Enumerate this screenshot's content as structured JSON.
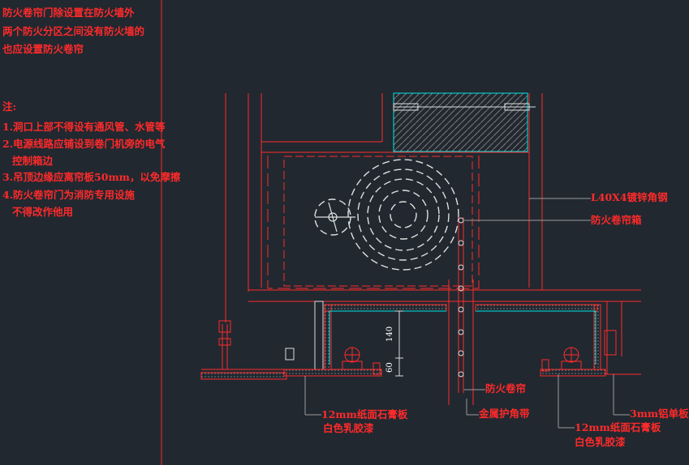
{
  "notes": {
    "intro": [
      "防火卷帘门除设置在防火墙外",
      "两个防火分区之间没有防火墙的",
      "也应设置防火卷帘"
    ],
    "heading": "注:",
    "items": [
      "1.洞口上部不得设有通风管、水管等",
      "2.电源线路应铺设到卷门机旁的电气",
      "控制箱边",
      "3.吊顶边缘应离帘板50mm，以免摩擦",
      "4.防火卷帘门为消防专用设施",
      "不得改作他用"
    ]
  },
  "labels": {
    "angle_steel": "L40X4镀锌角钢",
    "roller_box": "防火卷帘箱",
    "shutter": "防火卷帘",
    "corner_tape": "金属护角带",
    "gypsum_left_1": "12mm纸面石膏板",
    "gypsum_left_2": "白色乳胶漆",
    "gypsum_right_1": "12mm纸面石膏板",
    "gypsum_right_2": "白色乳胶漆",
    "aluminum": "3mm铝单板"
  },
  "dims": {
    "d140": "140",
    "d60": "60"
  },
  "colors": {
    "background": "#212830",
    "red": "#ff2a2a",
    "cyan": "#00e5e5",
    "white": "#e8e8e8",
    "magenta": "#ff40ff",
    "gray": "#9a9a9a"
  }
}
